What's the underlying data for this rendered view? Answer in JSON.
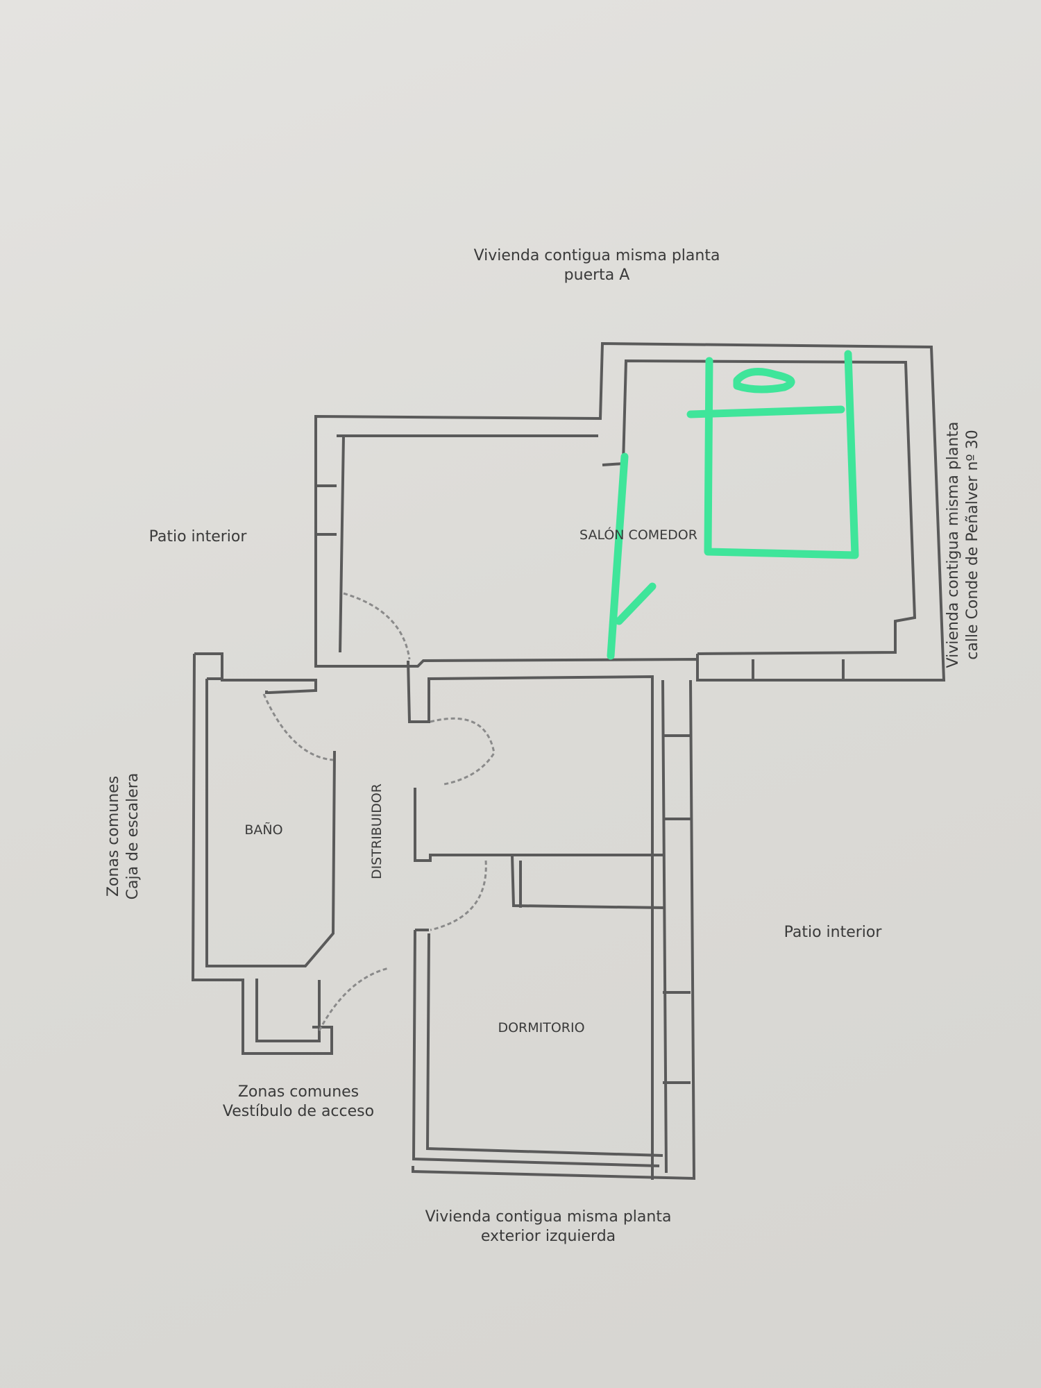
{
  "labels": {
    "top_neighbor": [
      "Vivienda contigua misma planta",
      "puerta A"
    ],
    "right_neighbor": [
      "Vivienda contigua misma planta",
      "calle Conde de Peñalver nº 30"
    ],
    "bottom_neighbor": [
      "Vivienda contigua misma planta",
      "exterior izquierda"
    ],
    "left_patio": "Patio interior",
    "right_patio": "Patio interior",
    "stair_zone": [
      "Zonas comunes",
      "Caja de escalera"
    ],
    "access_zone": [
      "Zonas comunes",
      "Vestíbulo de acceso"
    ]
  },
  "rooms": {
    "salon": "SALÓN COMEDOR",
    "bano": "BAÑO",
    "distribuidor": "DISTRIBUIDOR",
    "dormitorio": "DORMITORIO"
  },
  "colors": {
    "wall": "#5a5a5a",
    "annotation": "#3fe59a"
  }
}
